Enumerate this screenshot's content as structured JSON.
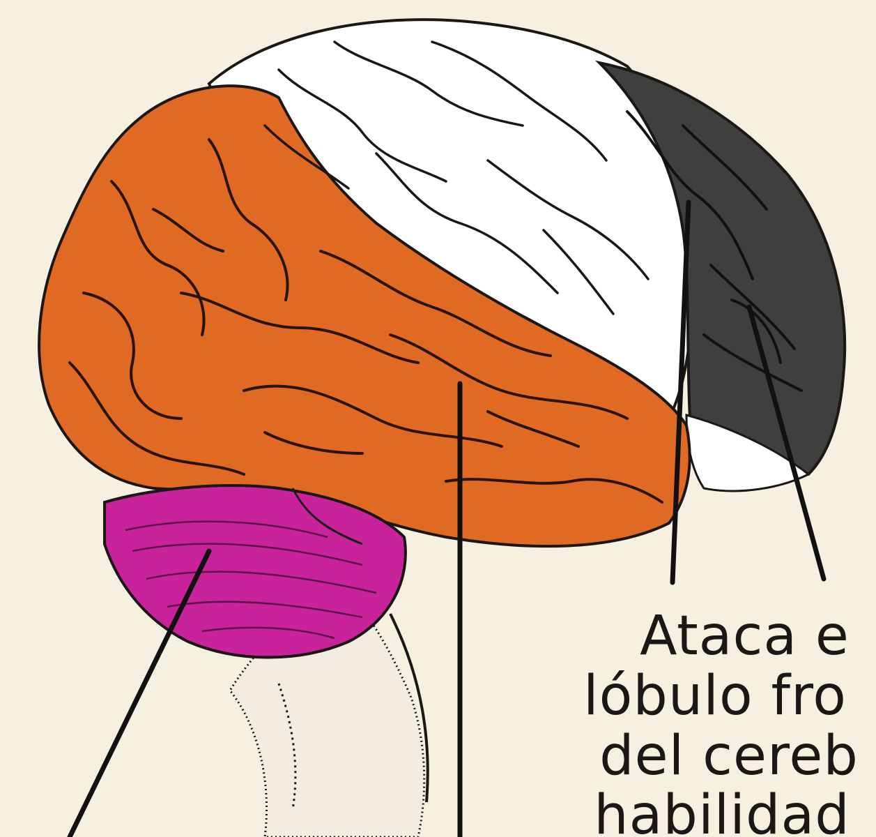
{
  "caption": {
    "line1": "Ataca e",
    "line2": "lóbulo fro",
    "line3": "del cereb",
    "line4": "habilidad"
  },
  "colors": {
    "background": "#f6f0e1",
    "temporal_region": "#e06a24",
    "cerebellum_region": "#c8239a",
    "frontal_region": "#3f403e",
    "parietal_region": "#ffffff",
    "ink": "#1a1715"
  }
}
